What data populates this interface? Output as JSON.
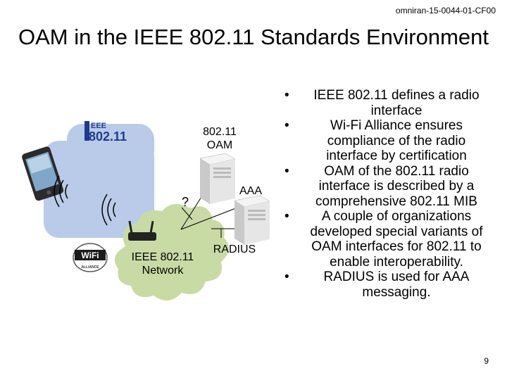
{
  "header": {
    "doc_id": "omniran-15-0044-01-CF00",
    "title": "OAM in the IEEE 802.11 Standards Environment"
  },
  "diagram": {
    "ieee_logo_lines": [
      "EEE",
      "802.11"
    ],
    "wifi_logo_text": "WiFi",
    "wifi_logo_sub": "ALLIANCE",
    "oam_label_line1": "802.11",
    "oam_label_line2": "OAM",
    "aaa_label": "AAA",
    "question_label": "?",
    "network_label_line1": "IEEE 802.11",
    "network_label_line2": "Network",
    "radius_label": "RADIUS"
  },
  "bullets": [
    "IEEE 802.11 defines a radio interface",
    "Wi-Fi Alliance ensures compliance of the radio interface by certification",
    "OAM of the 802.11 radio interface is described by a comprehensive 802.11 MIB",
    "A couple of organizations developed special variants of OAM interfaces for 802.11 to enable interoperability.",
    "RADIUS is used for AAA messaging."
  ],
  "footer": {
    "page_number": "9"
  },
  "colors": {
    "zone_fill": "#b9cbe8",
    "cloud_fill": "#c8dba5",
    "server_body": "#e6e6e6"
  }
}
